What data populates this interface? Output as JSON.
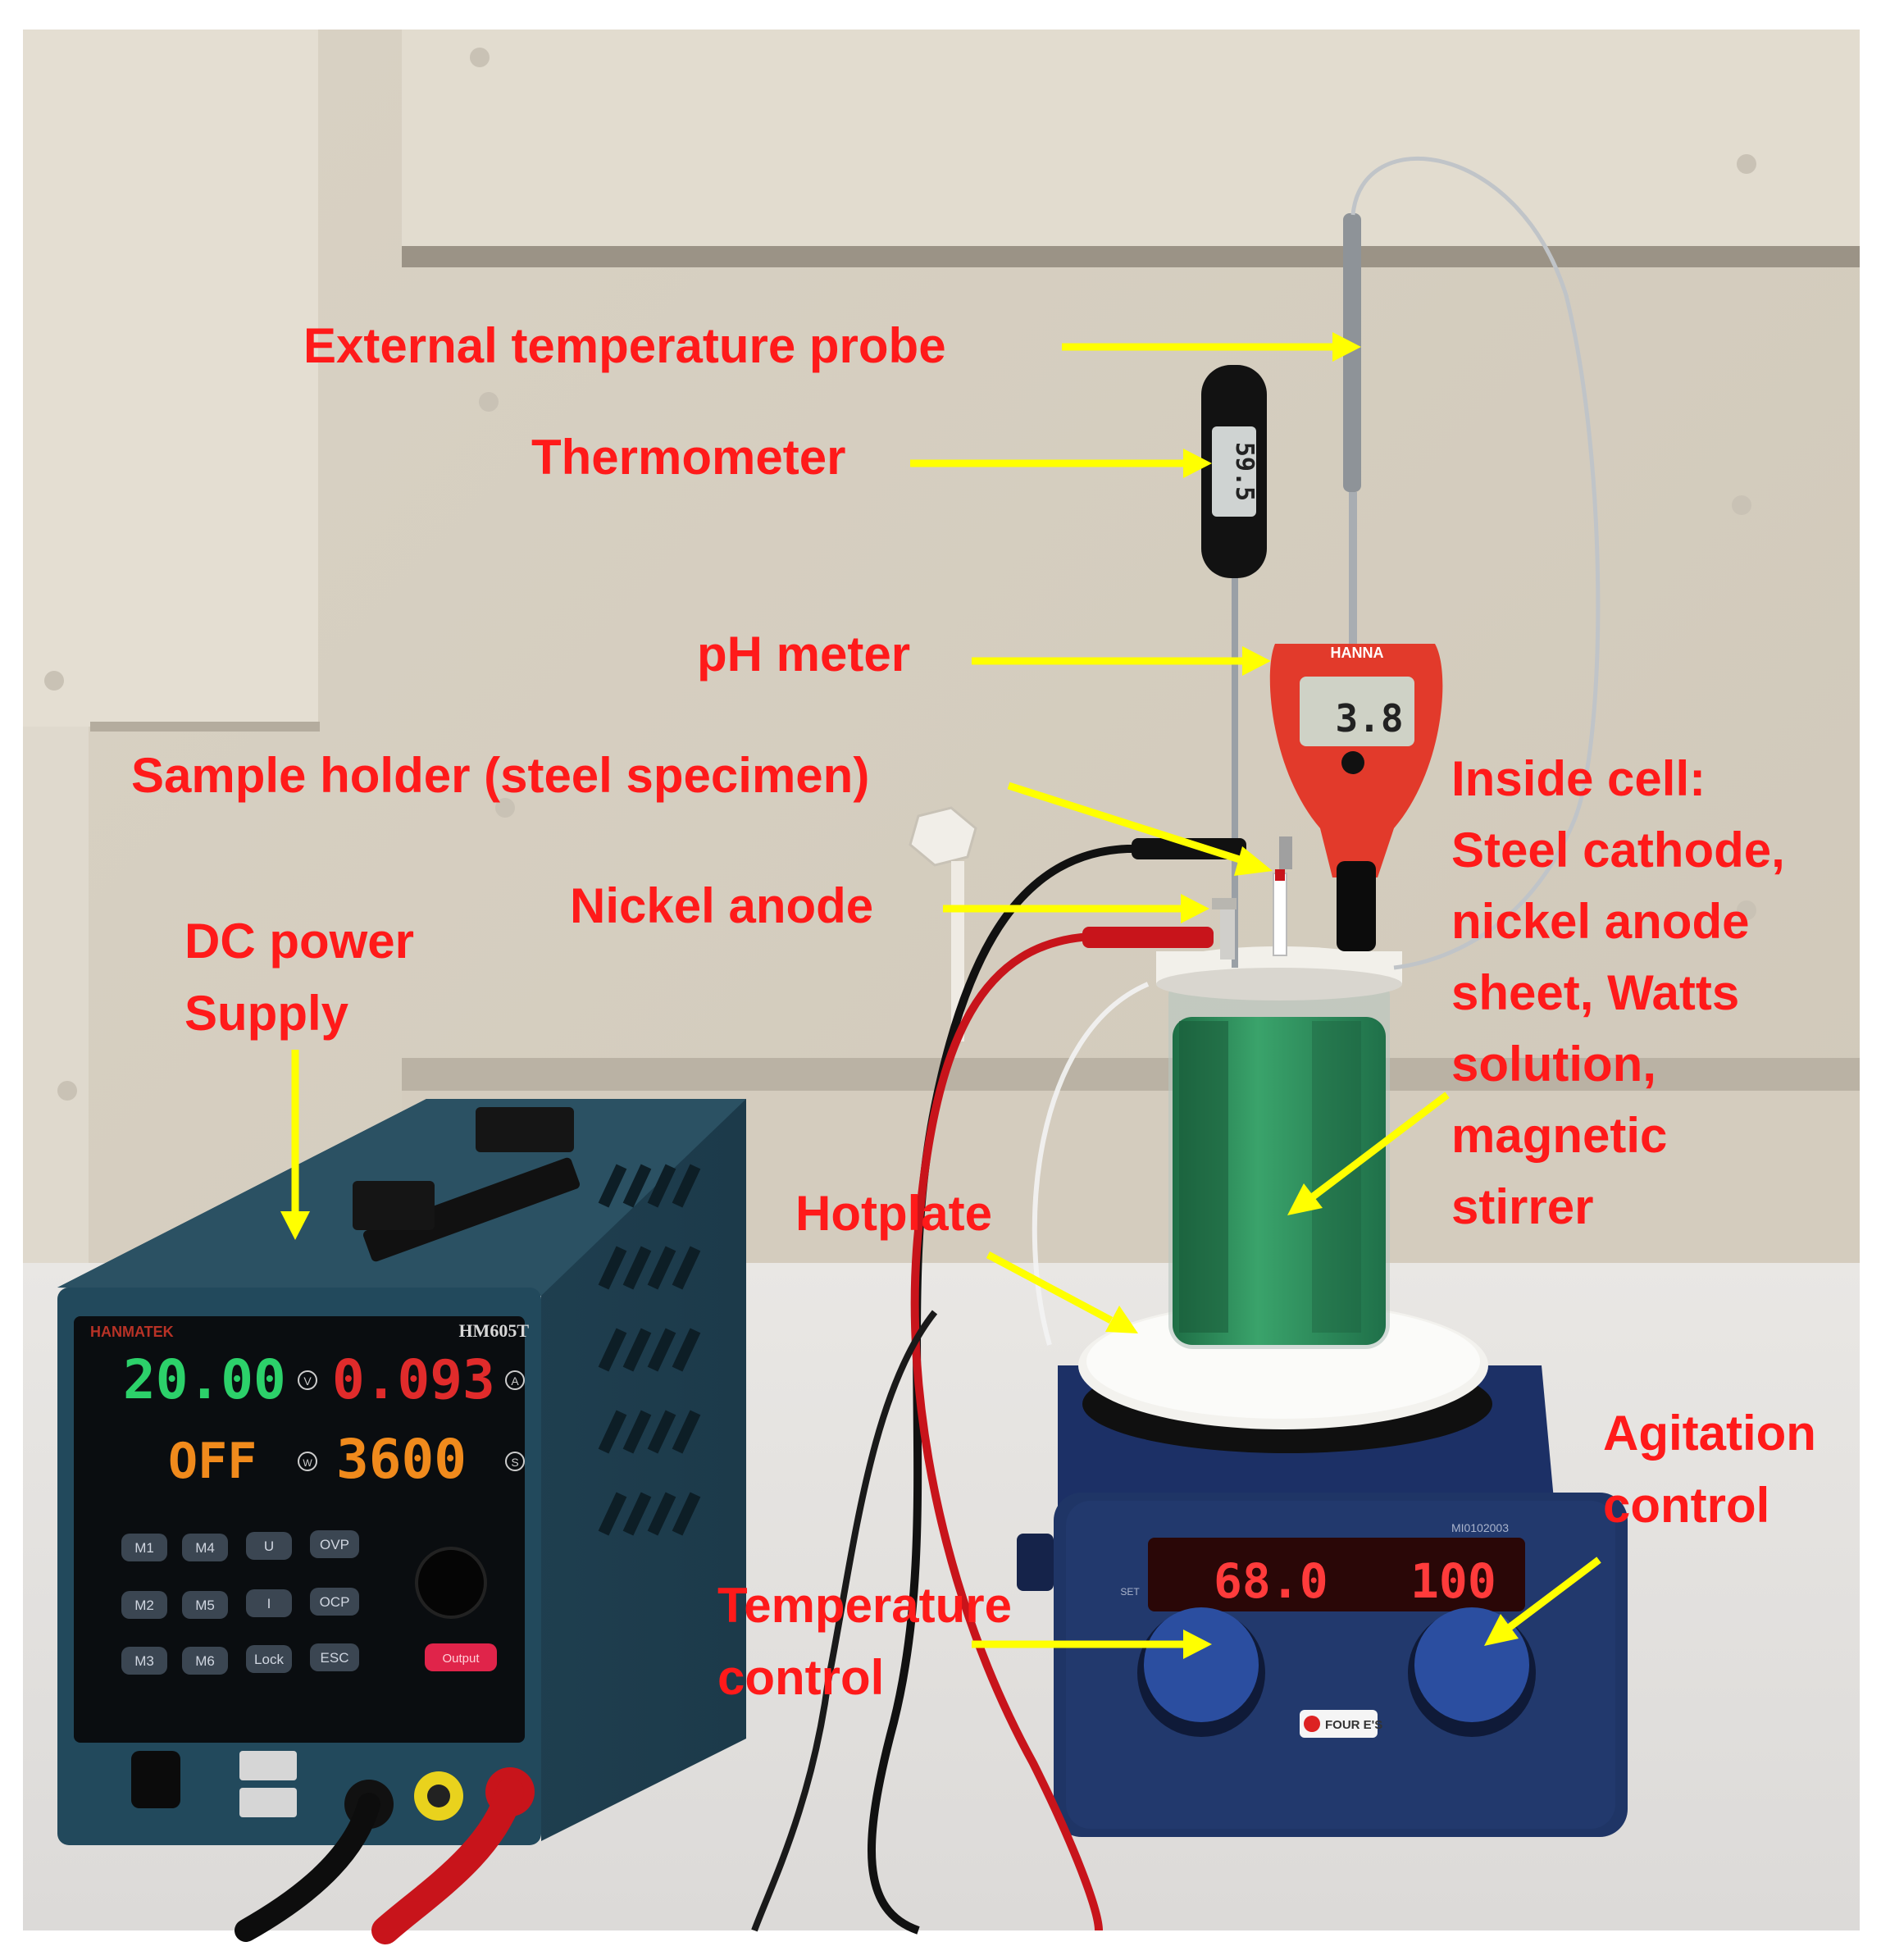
{
  "labels": {
    "external_probe": "External temperature probe",
    "thermometer": "Thermometer",
    "ph_meter": "pH meter",
    "sample_holder": "Sample holder (steel specimen)",
    "inside_cell": [
      "Inside cell:",
      "Steel cathode,",
      "nickel anode",
      "sheet, Watts",
      "solution,",
      "magnetic",
      "stirrer"
    ],
    "nickel_anode": "Nickel anode",
    "dc_power": [
      "DC power",
      "Supply"
    ],
    "hotplate": "Hotplate",
    "agitation": [
      "Agitation",
      "control"
    ],
    "temperature_control": [
      "Temperature",
      "control"
    ]
  },
  "power_supply": {
    "brand": "HANMATEK",
    "model": "HM605T",
    "voltage": "20.00",
    "current": "0.093",
    "ovp": "OFF",
    "timer": "3600",
    "unit_v": "V",
    "unit_a": "A",
    "unit_w": "W",
    "unit_s": "S",
    "keys": [
      [
        "M1",
        "M4",
        "U",
        "OVP"
      ],
      [
        "M2",
        "M5",
        "I",
        "OCP"
      ],
      [
        "M3",
        "M6",
        "Lock",
        "ESC"
      ]
    ],
    "output_label": "Output"
  },
  "hotplate_display": {
    "model": "MI0102003",
    "temp": "68.0",
    "speed": "100",
    "set_label": "SET",
    "brand": "FOUR E'S"
  },
  "ph_meter_display": {
    "brand": "HANNA",
    "reading": "3.8"
  },
  "thermometer_display": {
    "reading": "59.5"
  },
  "colors": {
    "label": "#ff1a1a",
    "arrow": "#ffff00",
    "solution": "#2e8b57",
    "power_supply": "#1f3d4d",
    "hotplate": "#1f3566"
  }
}
